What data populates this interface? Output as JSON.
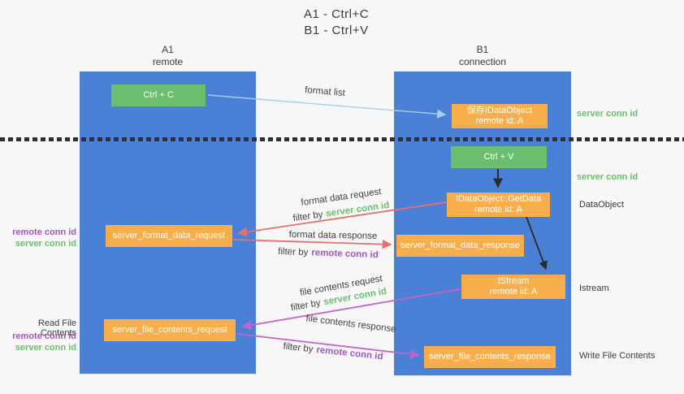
{
  "title": {
    "line1": "A1 - Ctrl+C",
    "line2": "B1 - Ctrl+V"
  },
  "lanes": {
    "a1": {
      "title": "A1",
      "subtitle": "remote"
    },
    "b1": {
      "title": "B1",
      "subtitle": "connection"
    }
  },
  "nodes": {
    "ctrl_c": {
      "label": "Ctrl + C"
    },
    "save_idataobject": {
      "line1": "保存IDataObject",
      "line2": "remote id: A"
    },
    "ctrl_v": {
      "label": "Ctrl + V"
    },
    "idataobject_getdata": {
      "line1": "IDataObject::GetData",
      "line2": "remote id: A"
    },
    "server_format_data_request": {
      "label": "server_format_data_request"
    },
    "server_format_data_response": {
      "label": "server_format_data_response"
    },
    "istream": {
      "line1": "IStream",
      "line2": "remote id: A"
    },
    "server_file_contents_request": {
      "label": "server_file_contents_request"
    },
    "server_file_contents_response": {
      "label": "server_file_contents_response"
    }
  },
  "terms": {
    "filter_by": "filter by",
    "server_conn_id": "server conn id",
    "remote_conn_id": "remote conn id"
  },
  "arrow_labels": {
    "format_list": "format list",
    "format_data_request": "format data request",
    "format_data_response": "format data response",
    "file_contents_request": "file contents request",
    "file_contents_response": "file contents response"
  },
  "side_labels": {
    "dataobject": "DataObject",
    "istream": "Istream",
    "write_file_contents": "Write File Contents",
    "read_file_contents": "Read File Contents"
  },
  "colors": {
    "lane_blue": "#4a80d5",
    "node_orange": "#f9ae4c",
    "node_green": "#6abe6d",
    "arrow_light_blue": "#a8cdec",
    "arrow_red": "#e5706d",
    "arrow_magenta": "#c163c8",
    "arrow_black": "#2b2b2b",
    "text_green": "#6abf69",
    "text_purple": "#a455c5"
  }
}
